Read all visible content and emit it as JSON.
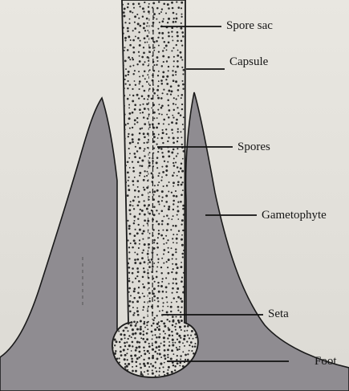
{
  "diagram": {
    "labels": {
      "spore_sac": "Spore sac",
      "capsule": "Capsule",
      "spores": "Spores",
      "gametophyte": "Gametophyte",
      "seta": "Seta",
      "foot": "Foot"
    },
    "colors": {
      "background": "#e4e2dc",
      "gametophyte_fill": "#8f8c91",
      "sporophyte_fill": "#dedcd6",
      "outline": "#1a1a1a",
      "spore_dots": "#2a2a2a"
    }
  }
}
